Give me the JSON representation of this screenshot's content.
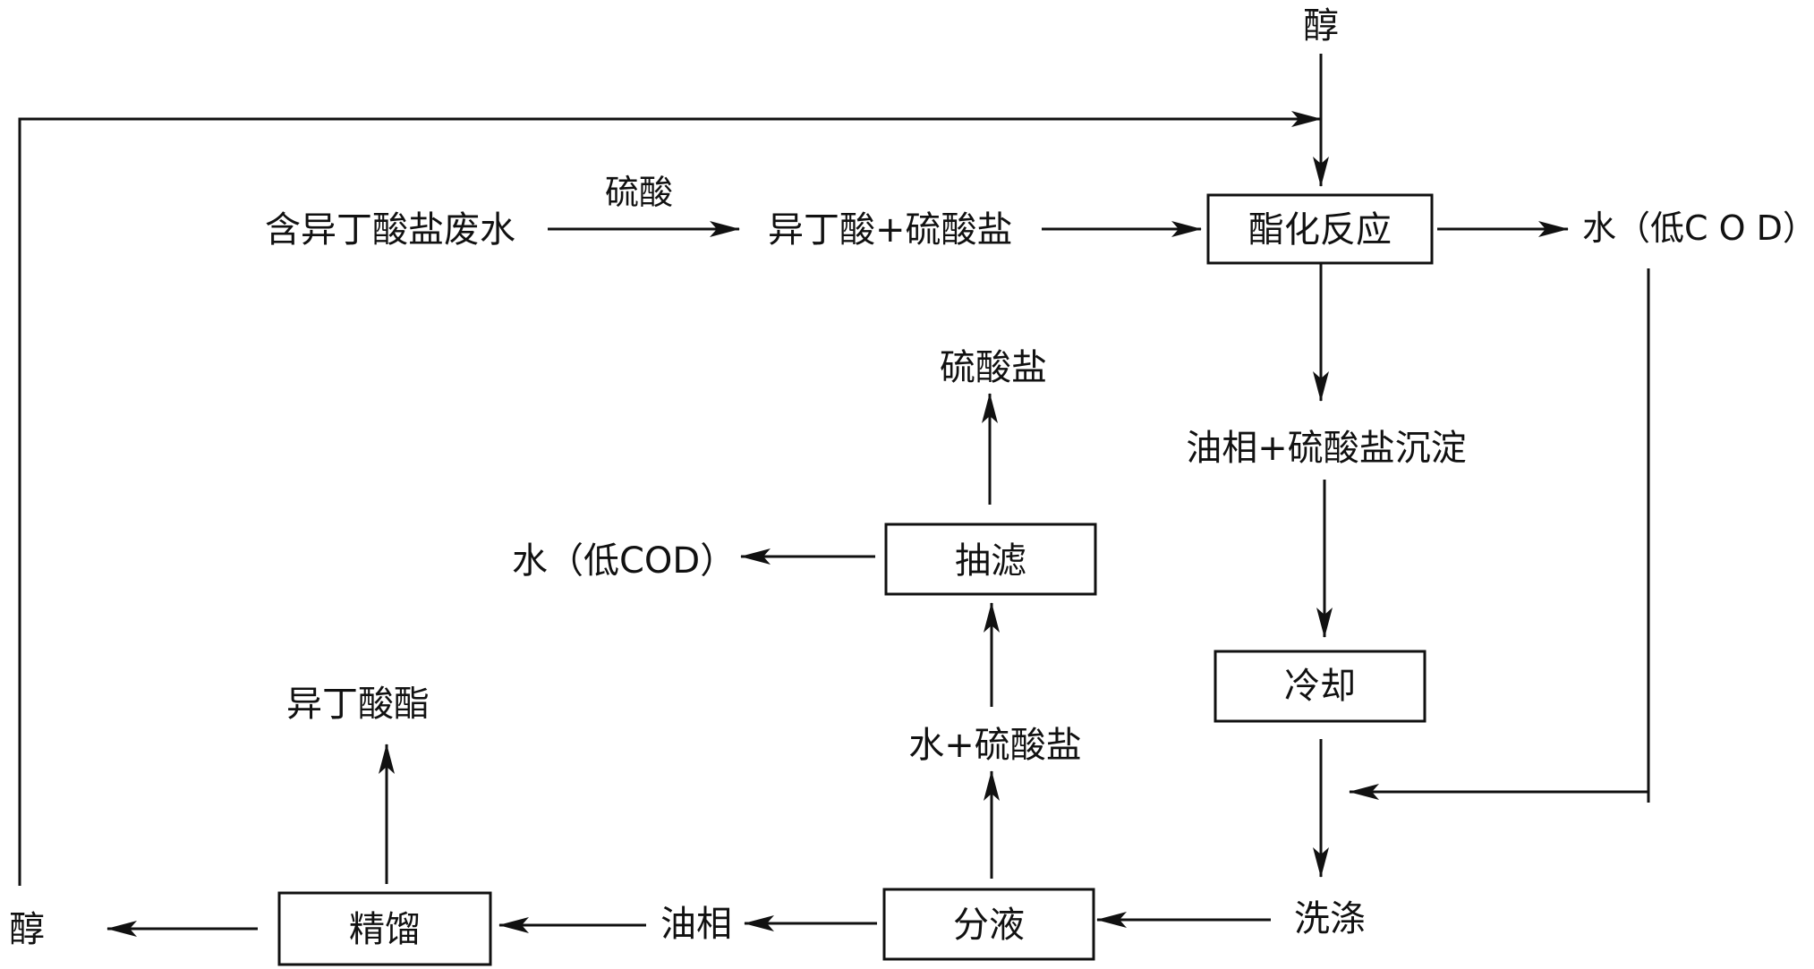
{
  "nodes": {
    "alcohol_top": "醇",
    "wastewater": "含异丁酸盐废水",
    "sulfuric_acid": "硫酸",
    "acid_plus_salt": "异丁酸+硫酸盐",
    "esterification": "酯化反应",
    "water_low_cod_right": "水（低C O D）",
    "oil_plus_precipitate": "油相+硫酸盐沉淀",
    "cooling": "冷却",
    "washing": "洗涤",
    "separation": "分液",
    "oil_phase": "油相",
    "rectification": "精馏",
    "alcohol_bottom": "醇",
    "isobutyrate_ester": "异丁酸酯",
    "water_plus_salt": "水+硫酸盐",
    "suction_filtration": "抽滤",
    "water_low_cod_left": "水（低COD）",
    "sulfate": "硫酸盐"
  },
  "colors": {
    "line": "#111111",
    "text": "#111111",
    "background": "#ffffff"
  }
}
